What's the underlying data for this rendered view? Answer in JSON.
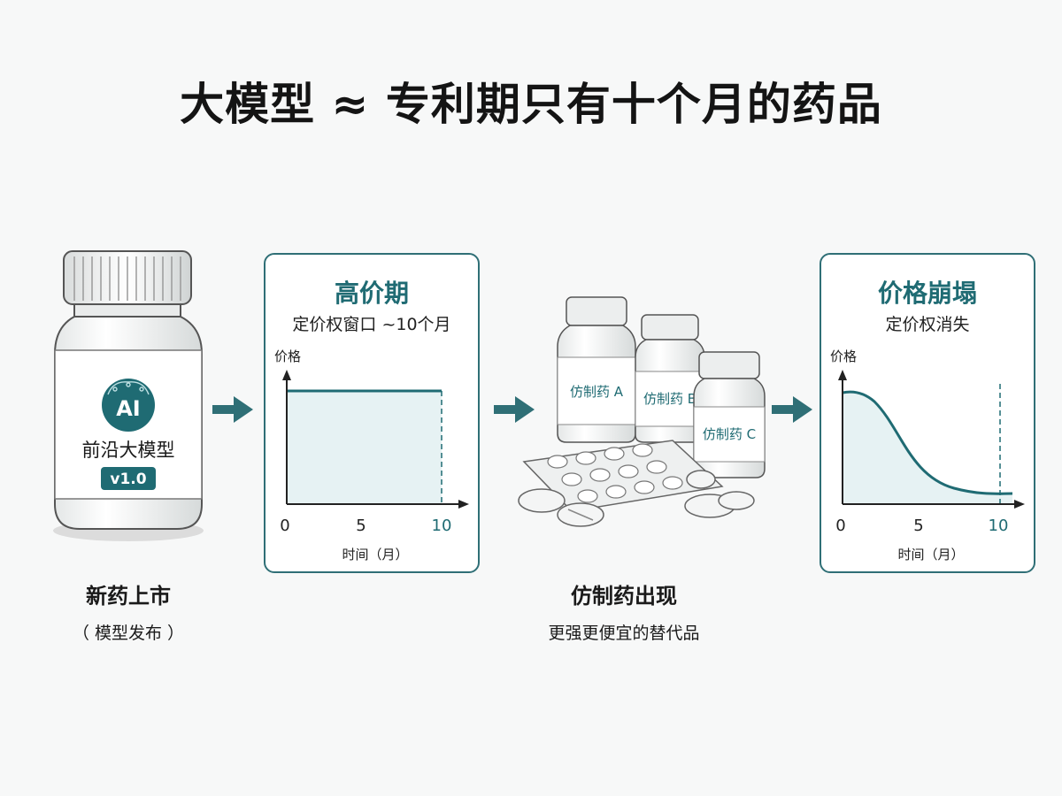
{
  "title": "大模型 ≈ 专利期只有十个月的药品",
  "colors": {
    "accent": "#1f6b73",
    "fill": "#e6f2f3",
    "stroke": "#2f6f76"
  },
  "bottle": {
    "badge": "AI",
    "label": "前沿大模型",
    "version": "v1.0",
    "icon": "brain-icon"
  },
  "step1": {
    "caption": "新药上市",
    "subcaption": "（ 模型发布 ）"
  },
  "panel1": {
    "title": "高价期",
    "subtitle": "定价权窗口 ~10个月",
    "ylabel": "价格",
    "xlabel": "时间（月）",
    "ticks": [
      "0",
      "5",
      "10"
    ]
  },
  "generics": {
    "a": "仿制药 A",
    "b": "仿制药 B",
    "c": "仿制药 C"
  },
  "step2": {
    "caption": "仿制药出现",
    "subcaption": "更强更便宜的替代品"
  },
  "panel2": {
    "title": "价格崩塌",
    "subtitle": "定价权消失",
    "ylabel": "价格",
    "xlabel": "时间（月）",
    "ticks": [
      "0",
      "5",
      "10"
    ]
  }
}
